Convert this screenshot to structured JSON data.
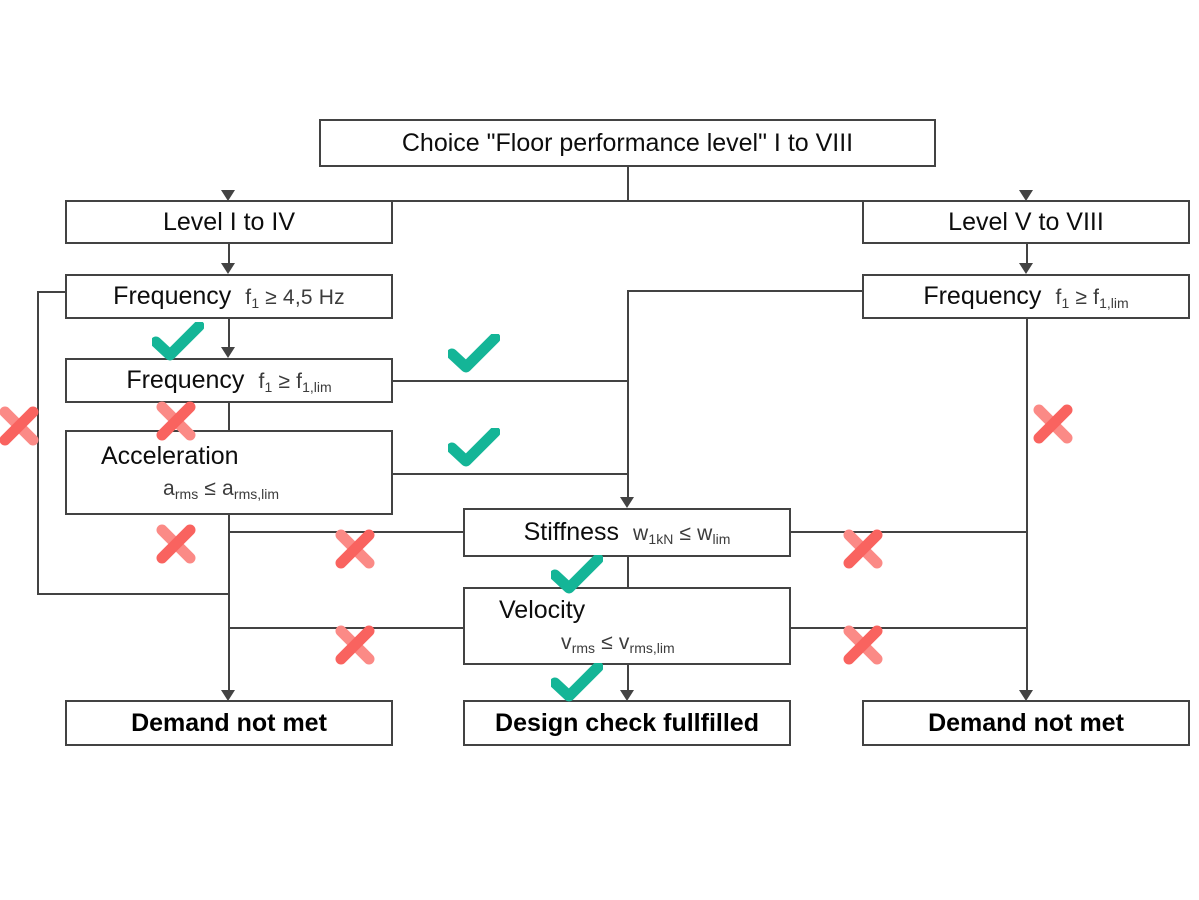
{
  "diagram": {
    "title_node": {
      "text": "Choice \"Floor performance level\" I to VIII"
    },
    "branches": {
      "left": {
        "text": "Level I to IV"
      },
      "right": {
        "text": "Level V to VIII"
      }
    },
    "nodes": {
      "freq_hz": {
        "label": "Frequency",
        "formula_pre": "f",
        "formula_sub1": "1",
        "formula_op": " ≥ 4,5 Hz"
      },
      "freq_lim_left": {
        "label": "Frequency",
        "formula_pre": "f",
        "formula_sub1": "1",
        "formula_op": " ≥ f",
        "formula_sub2": "1,lim"
      },
      "acceleration": {
        "label": "Acceleration",
        "formula_pre": "a",
        "formula_sub1": "rms",
        "formula_op": " ≤ a",
        "formula_sub2": "rms,lim"
      },
      "freq_lim_right": {
        "label": "Frequency",
        "formula_pre": "f",
        "formula_sub1": "1",
        "formula_op": " ≥ f",
        "formula_sub2": "1,lim"
      },
      "stiffness": {
        "label": "Stiffness",
        "formula_pre": "w",
        "formula_sub1": "1kN",
        "formula_op": " ≤ w",
        "formula_sub2": "lim"
      },
      "velocity": {
        "label": "Velocity",
        "formula_pre": "v",
        "formula_sub1": "rms",
        "formula_op": " ≤ v",
        "formula_sub2": "rms,lim"
      }
    },
    "results": {
      "fail_left": "Demand not met",
      "pass_center": "Design check fullfilled",
      "fail_right": "Demand not met"
    },
    "marks": {
      "check_label": "check-mark",
      "cross_label": "cross-mark",
      "check_color": "#14B597",
      "cross_color": "#F9635F",
      "cross_color_light": "#FB8A86"
    },
    "colors": {
      "box_border": "#434343",
      "label_text": "#0d0d0d",
      "formula_text": "#3c3c3c",
      "connector": "#434343",
      "background": "#ffffff"
    }
  }
}
